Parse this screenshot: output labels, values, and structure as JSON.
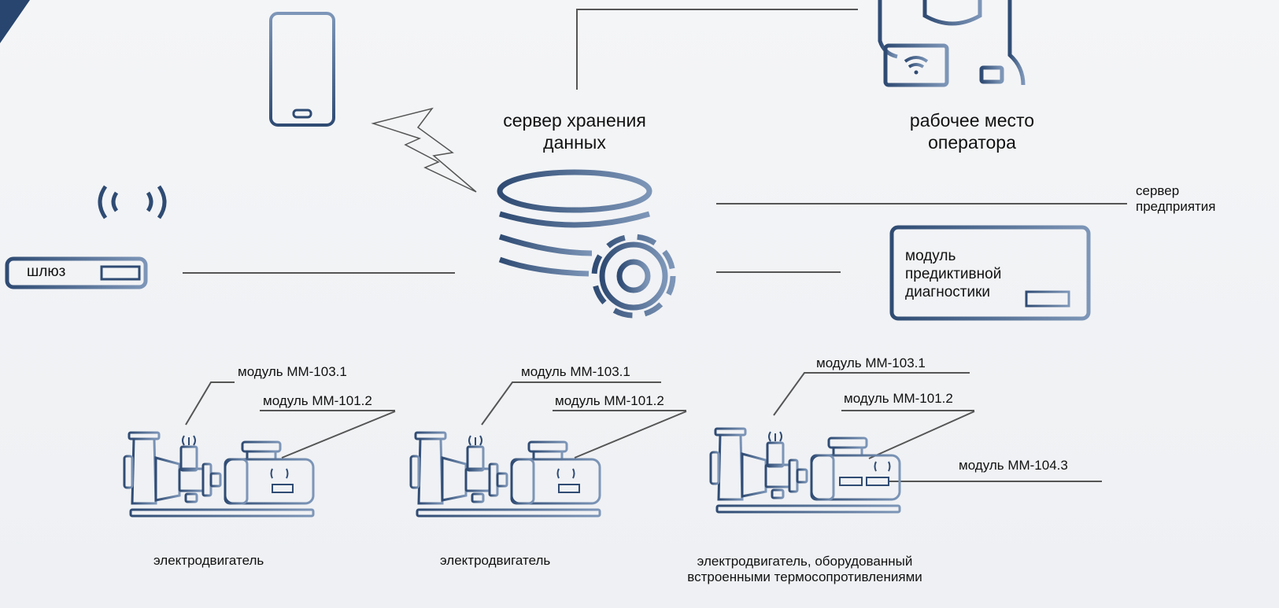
{
  "labels": {
    "storage_server": "сервер хранения\nданных",
    "operator_workplace": "рабочее место\nоператора",
    "enterprise_server": "сервер\nпредприятия",
    "predictive_module": "модуль\nпредиктивной\nдиагностики",
    "gateway": "шлюз"
  },
  "motors": [
    {
      "module_a": "модуль ММ-103.1",
      "module_b": "модуль ММ-101.2",
      "caption": "электродвигатель"
    },
    {
      "module_a": "модуль ММ-103.1",
      "module_b": "модуль ММ-101.2",
      "caption": "электродвигатель"
    },
    {
      "module_a": "модуль ММ-103.1",
      "module_b": "модуль ММ-101.2",
      "module_c": "модуль ММ-104.3",
      "caption": "электродвигатель, оборудованный\nвстроенными термосопротивлениями"
    }
  ],
  "colors": {
    "icon_dark": "#2f4b73",
    "icon_light": "#7d96b8",
    "line": "#555555",
    "corner": "#27456e"
  }
}
